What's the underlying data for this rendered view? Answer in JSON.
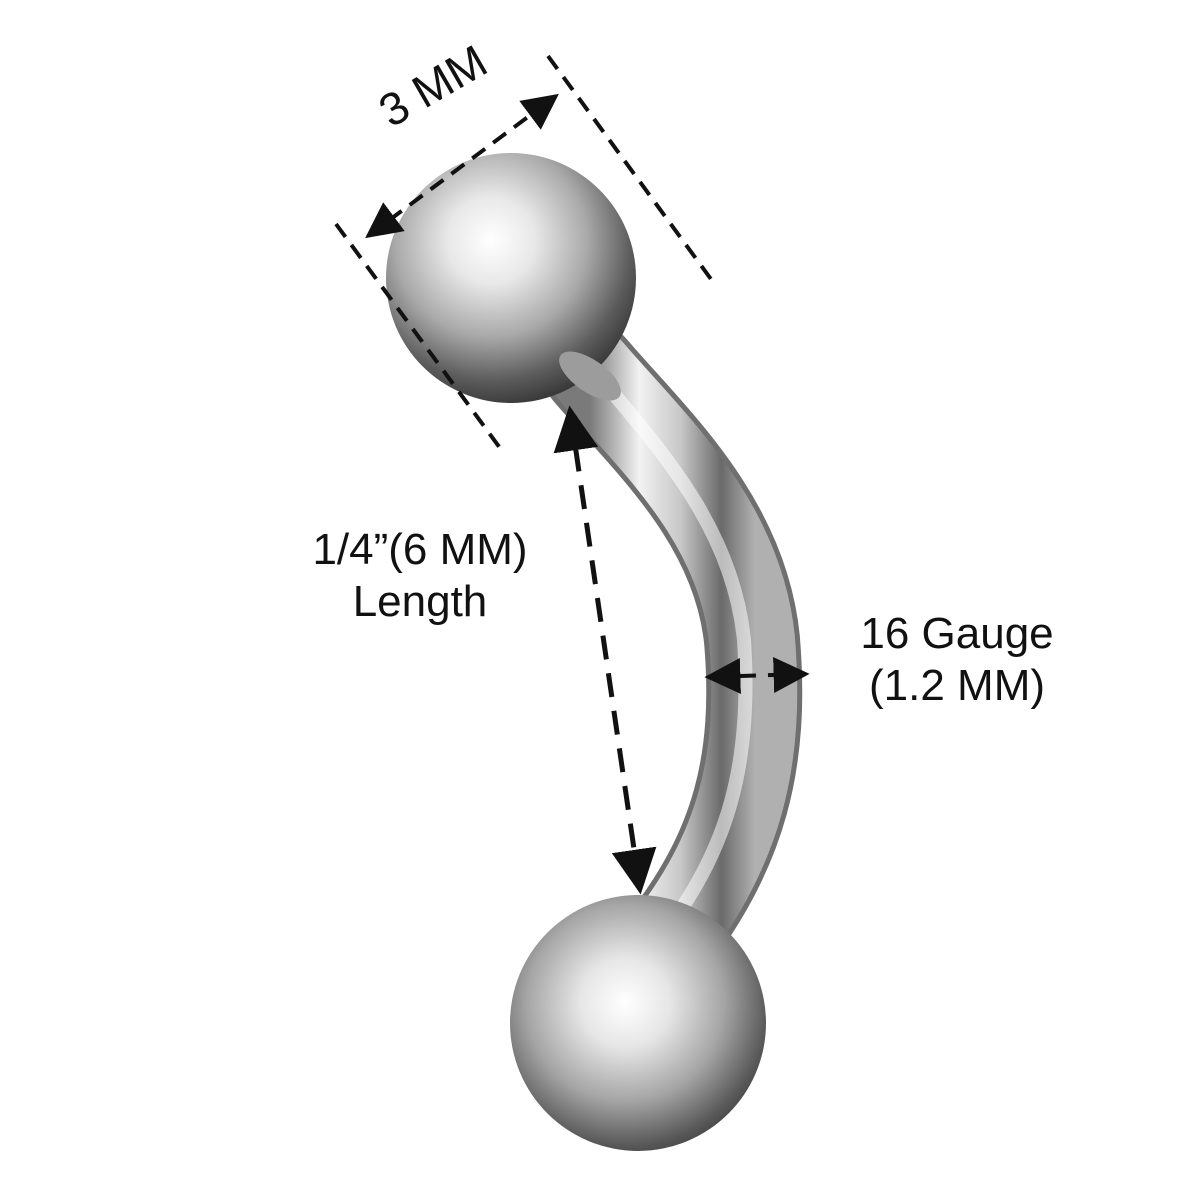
{
  "dimensions": {
    "ball_diameter": "3 MM",
    "length_line1": "1/4”(6 MM)",
    "length_line2": "Length",
    "gauge_line1": "16 Gauge",
    "gauge_line2": "(1.2 MM)"
  },
  "colors": {
    "background": "#ffffff",
    "metal_light": "#f4f4f4",
    "metal_mid": "#b9b9b9",
    "metal_dark": "#4a4a4a",
    "dash_line": "#111111"
  }
}
